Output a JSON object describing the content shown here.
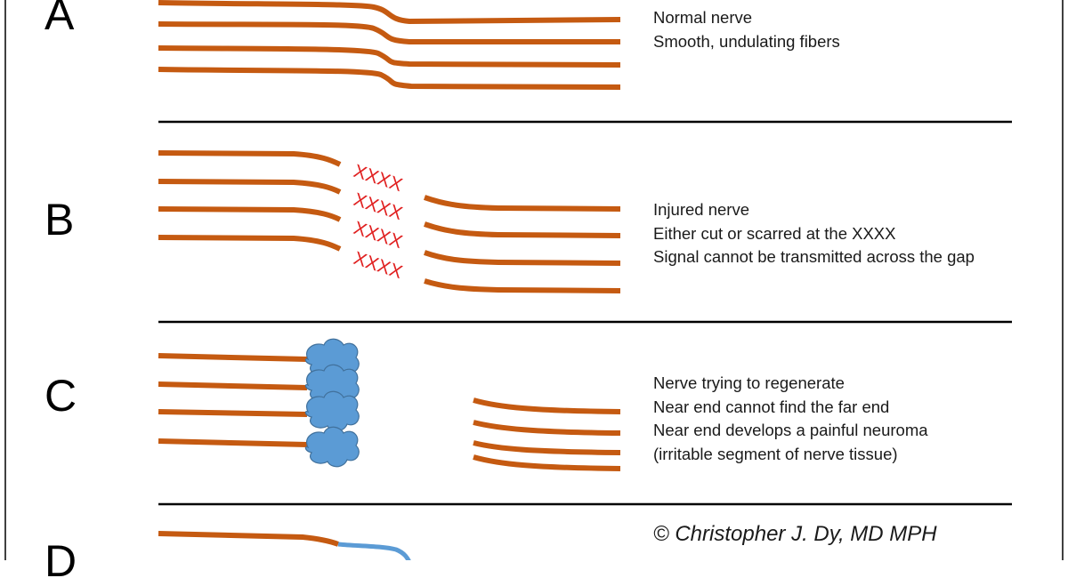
{
  "panels": {
    "a": {
      "letter": "A",
      "lines": [
        "Normal nerve",
        "Smooth, undulating fibers"
      ]
    },
    "b": {
      "letter": "B",
      "lines": [
        "Injured nerve",
        "Either cut or scarred at the XXXX",
        "Signal cannot be transmitted across the gap"
      ],
      "marks": [
        "XXXX",
        "XXXX",
        "XXXX",
        "XXXX"
      ]
    },
    "c": {
      "letter": "C",
      "lines": [
        "Nerve trying to regenerate",
        "Near end cannot find the far end",
        "Near end develops a painful neuroma",
        "(irritable segment of nerve tissue)"
      ]
    },
    "d": {
      "letter": "D"
    }
  },
  "copyright": "© Christopher J. Dy, MD MPH",
  "colors": {
    "fiber": "#c55a11",
    "scar_mark": "#e02020",
    "neuroma": "#5b9bd5",
    "divider": "#000000"
  }
}
